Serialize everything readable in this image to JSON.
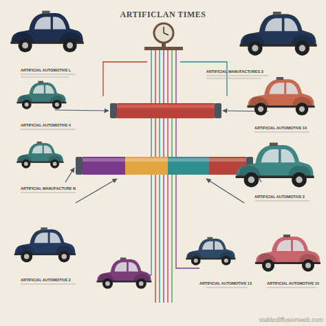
{
  "diagram": {
    "title": "ARTIFICLAN TIMES",
    "labels": [
      "ARTIFICIAL AUTOMOTIVE L",
      "ARTIFICIAL MANUFACTURES 3",
      "ARTIFICIAL AUTOMOTIVE 4",
      "ARTIFICIAL AUTOMOTIVE 10",
      "ARTIFICIAL MANUFACTURE N",
      "ARTIFICIAL AUTOMOTIVE 3",
      "ARTIFICIAL AUTOMOTIVE 2",
      "ARTIFICIAL AUTOMOTIVE 13",
      "ARTIFICIAL AUTOMOTIVE 10",
      "stablediffusionweb.com"
    ]
  }
}
